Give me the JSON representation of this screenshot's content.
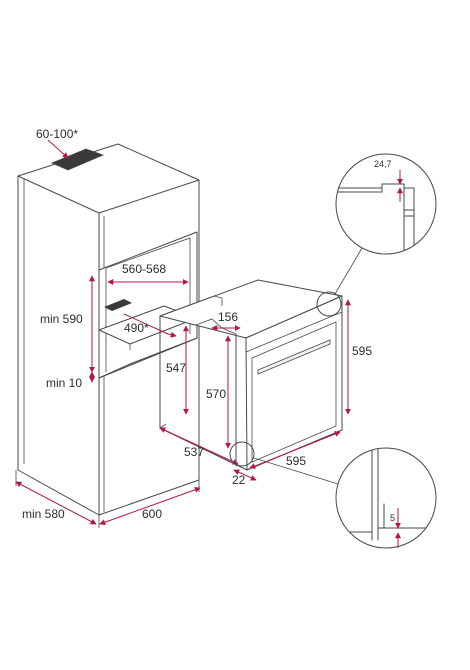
{
  "labels": {
    "vent": "60-100*",
    "cutout_width": "560-568",
    "min_height": "min 590",
    "cavity_depth": "490*",
    "min_bottom": "min 10",
    "oven_width": "156",
    "oven_depth_547": "547",
    "oven_height_570": "570",
    "oven_height_595": "595",
    "oven_depth_537": "537",
    "front_width": "595",
    "front_offset": "22",
    "cabinet_depth": "min 580",
    "cabinet_width": "600",
    "detail_top": "24,7",
    "detail_bottom": "5"
  },
  "colors": {
    "line": "#444a4e",
    "dimension": "#b5174a",
    "vent_fill": "#3a3a3a"
  }
}
